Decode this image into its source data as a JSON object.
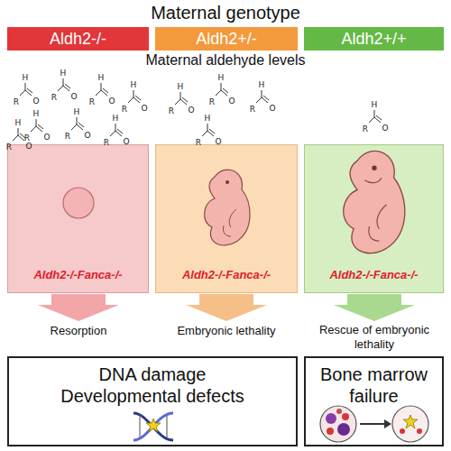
{
  "diagram": {
    "title": "Maternal genotype",
    "nodes": [
      {
        "text": [
          "Aldh2-/-"
        ]
      },
      {
        "text": [
          "Aldh2+/-"
        ]
      },
      {
        "text": [
          "Aldh2+/+"
        ]
      },
      {
        "text": [
          "Aldh2-/-Fanca-/-"
        ]
      },
      {
        "text": [
          "Aldh2-/-Fanca-/-"
        ]
      },
      {
        "text": [
          "Aldh2-/-Fanca-/-"
        ]
      },
      {
        "text": [
          "DNA damage Developmental defects"
        ]
      },
      {
        "text": [
          "Bone marrow failure"
        ]
      }
    ],
    "labels": [
      "Maternal aldehyde levels",
      "Resorption",
      "Embryonic lethality",
      "Rescue of embryonic lethality",
      "H",
      "R",
      "O",
      "H",
      "R",
      "O",
      "H",
      "R",
      "O",
      "H",
      "R",
      "O",
      "H",
      "R",
      "O",
      "H",
      "R",
      "O",
      "H",
      "R",
      "O",
      "H",
      "R",
      "O",
      "H",
      "R",
      "O",
      "H",
      "R",
      "O",
      "H",
      "R",
      "O",
      "H",
      "R",
      "O",
      "H",
      "R",
      "O"
    ]
  }
}
